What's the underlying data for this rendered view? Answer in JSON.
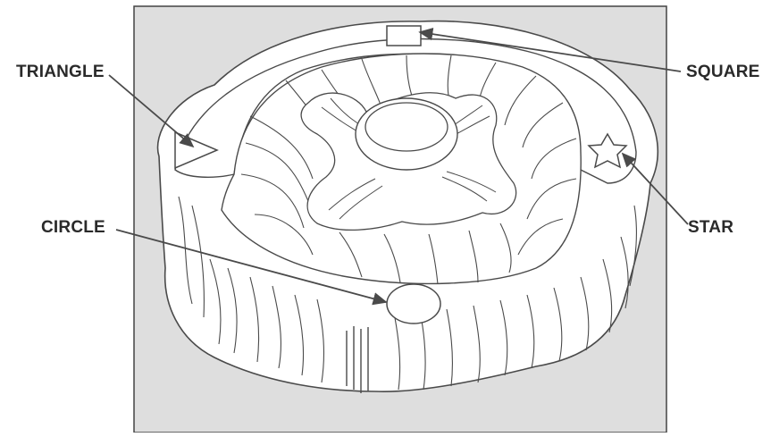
{
  "figure": {
    "callouts": {
      "triangle": "TRIANGLE",
      "square": "SQUARE",
      "circle": "CIRCLE",
      "star": "STAR"
    },
    "colors": {
      "panel_fill": "#dedede",
      "panel_border": "#444444",
      "line": "#4a4a4a",
      "object_fill": "#ffffff",
      "label_text": "#2a2a2a"
    }
  }
}
